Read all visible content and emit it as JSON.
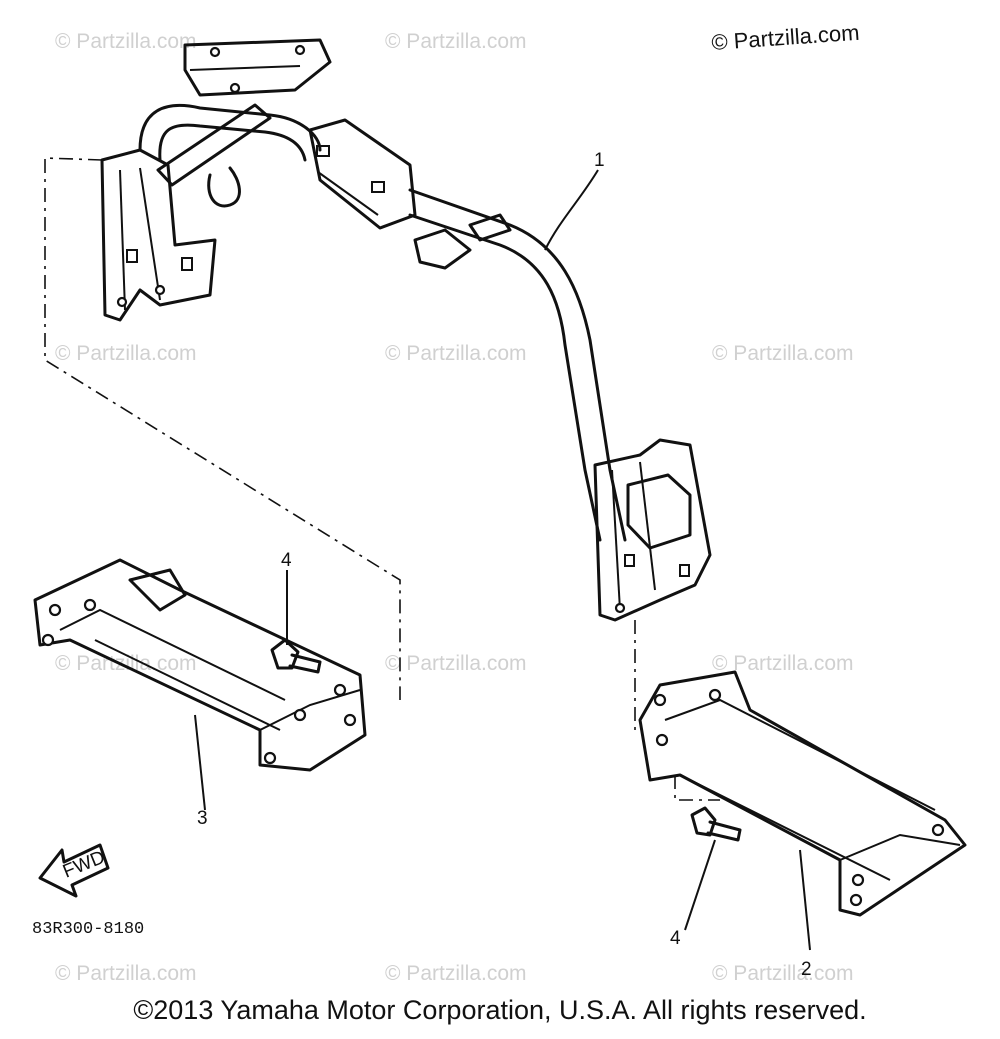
{
  "watermarks": {
    "brand_top": "© Partzilla.com",
    "repeat": "© Partzilla.com"
  },
  "callouts": {
    "p1": "1",
    "p2": "2",
    "p3": "3",
    "p4a": "4",
    "p4b": "4"
  },
  "fwd_label": "FWD",
  "diagram_code": "83R300-8180",
  "copyright": "©2013 Yamaha Motor Corporation, U.S.A. All rights reserved."
}
